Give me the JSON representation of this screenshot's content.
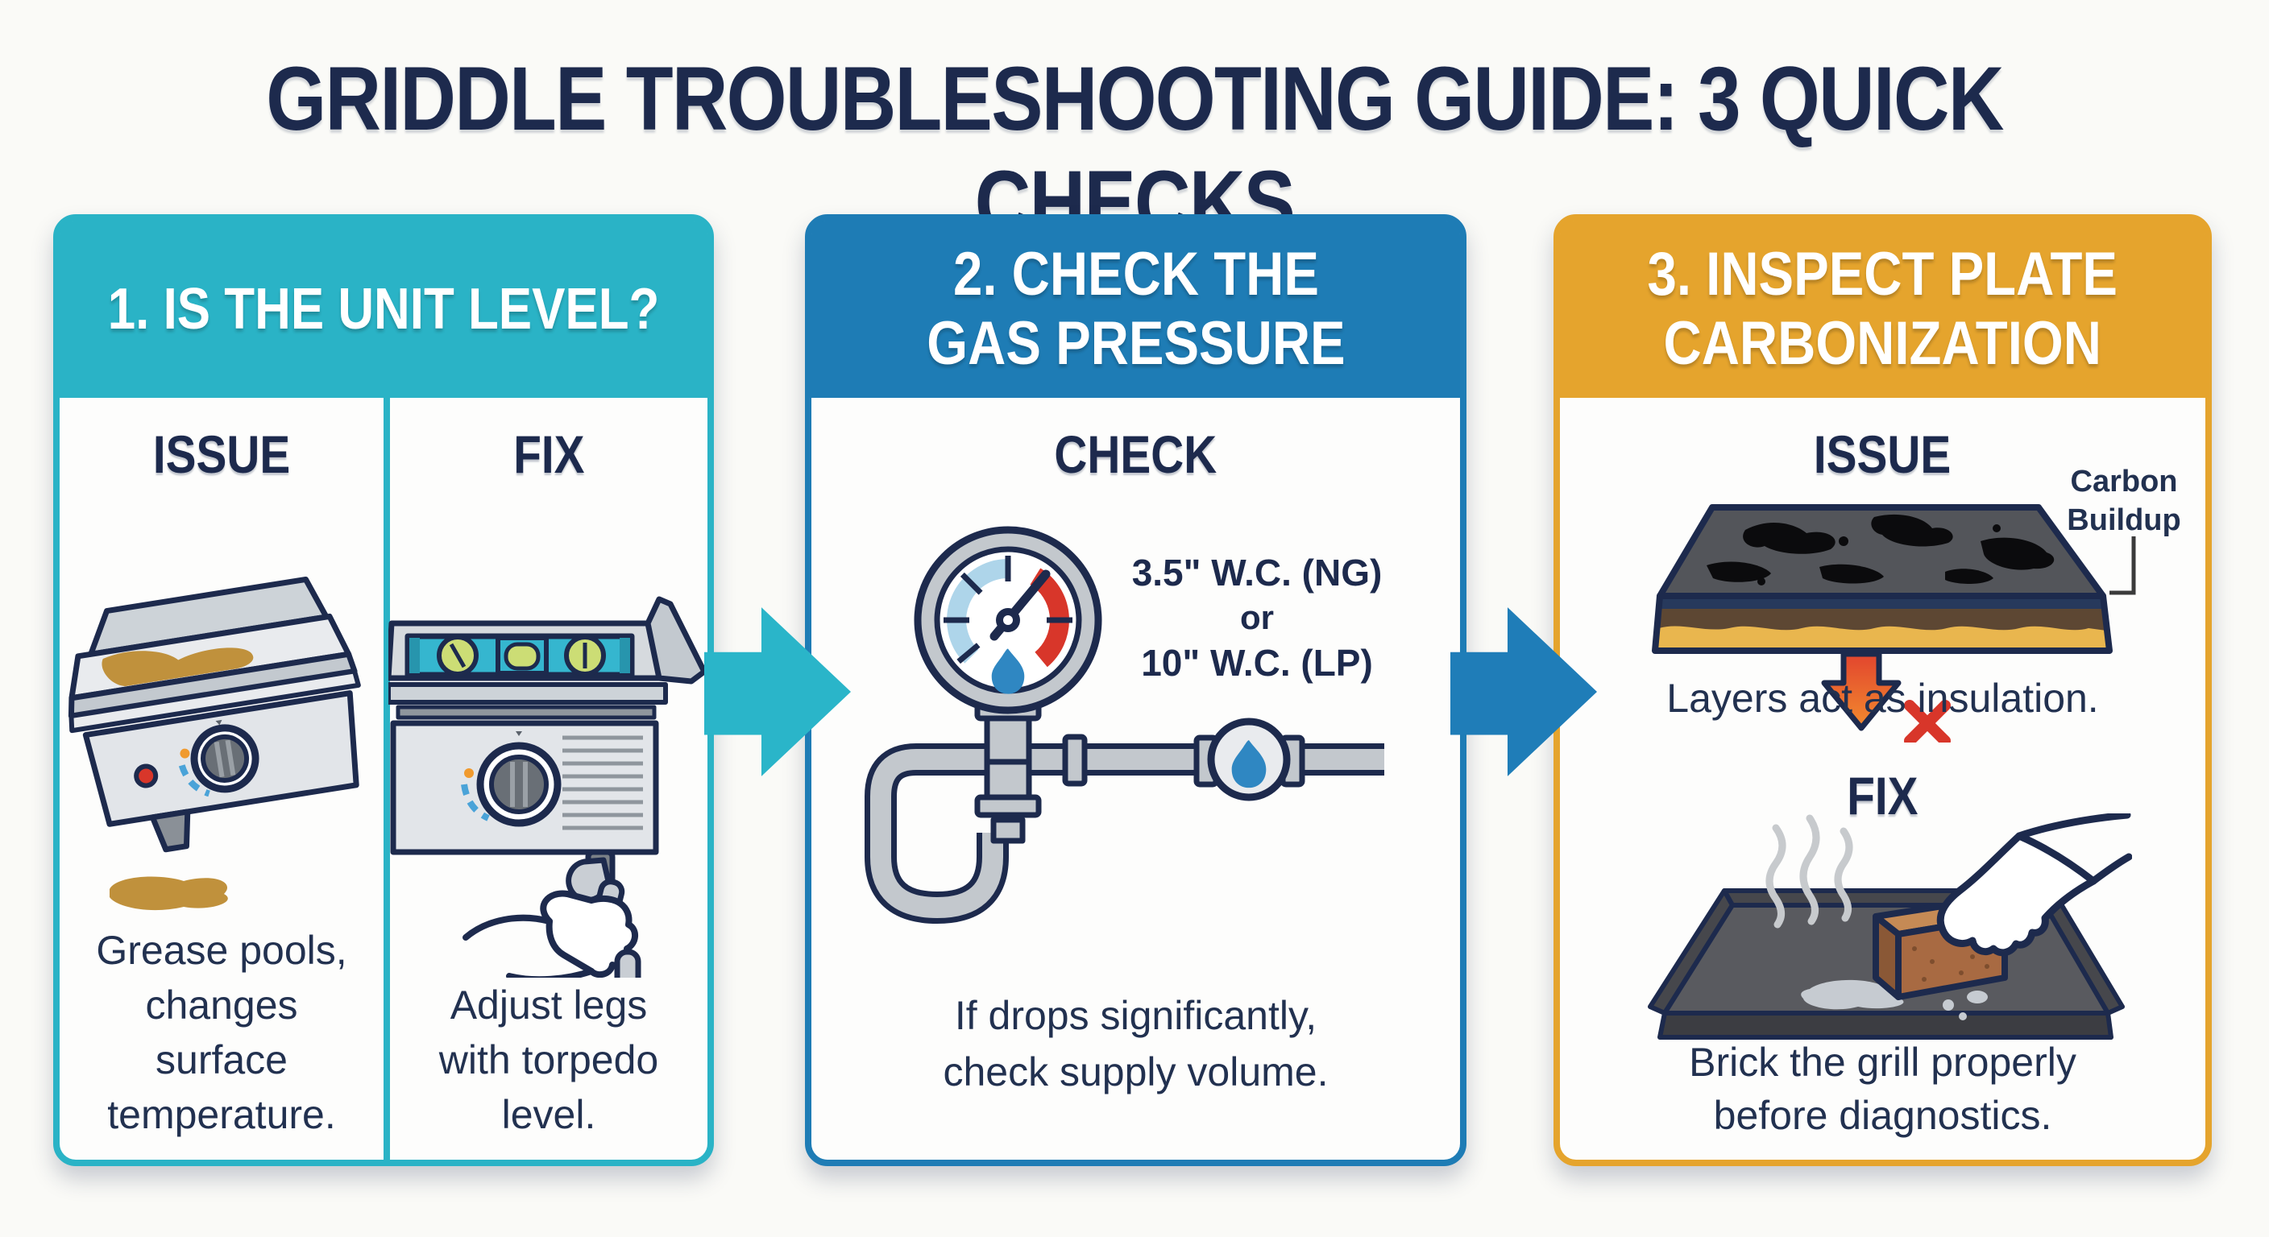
{
  "title": "GRIDDLE TROUBLESHOOTING GUIDE: 3 QUICK CHECKS",
  "colors": {
    "background": "#fafaf7",
    "navy_text": "#1d2a4d",
    "teal_accent": "#2ab3c6",
    "blue_accent": "#1e7cb5",
    "gold_accent": "#e5a42d",
    "red_status": "#d8362a",
    "flame_blue": "#2f87c2",
    "grease_gold": "#c0913c"
  },
  "icons": {
    "flow_arrow": "right-arrow-shape",
    "heat_loss_arrow": "down-arrow-shape",
    "blocked_mark": "x-mark"
  },
  "panels": {
    "level": {
      "header": "1. IS THE UNIT LEVEL?",
      "issue_label": "ISSUE",
      "fix_label": "FIX",
      "issue_text": "Grease pools,\nchanges\nsurface\ntemperature.",
      "fix_text": "Adjust legs\nwith torpedo\nlevel."
    },
    "pressure": {
      "header": "2. CHECK THE\nGAS PRESSURE",
      "check_label": "CHECK",
      "spec_ng": "3.5\" W.C. (NG)",
      "spec_or": "or",
      "spec_lp": "10\" W.C. (LP)",
      "advice": "If drops significantly,\ncheck supply volume."
    },
    "carbon": {
      "header": "3. INSPECT PLATE\nCARBONIZATION",
      "issue_label": "ISSUE",
      "callout": "Carbon\nBuildup",
      "insulation_text": "Layers act as insulation.",
      "fix_label": "FIX",
      "fix_text": "Brick the grill properly\nbefore diagnostics."
    }
  }
}
